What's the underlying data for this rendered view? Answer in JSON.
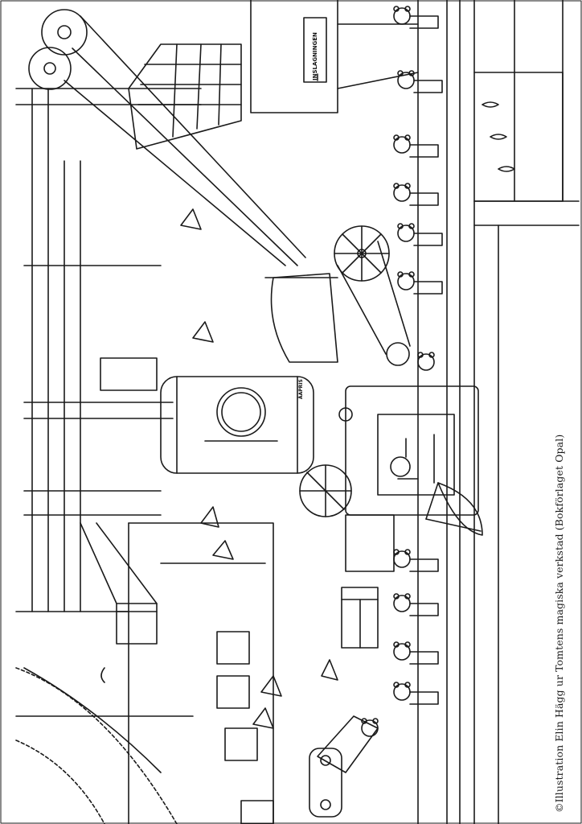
{
  "illustration": {
    "credit": "©Illustration Elin Hägg ur Tomtens magiska verkstad (Bokförlaget Opal)",
    "conveyor_sign": "INSLAGNINGEN",
    "can_label": "ÅAPRIS",
    "style": "black-and-white coloring page",
    "stroke_color": "#1a1a1a",
    "background": "#ffffff"
  }
}
